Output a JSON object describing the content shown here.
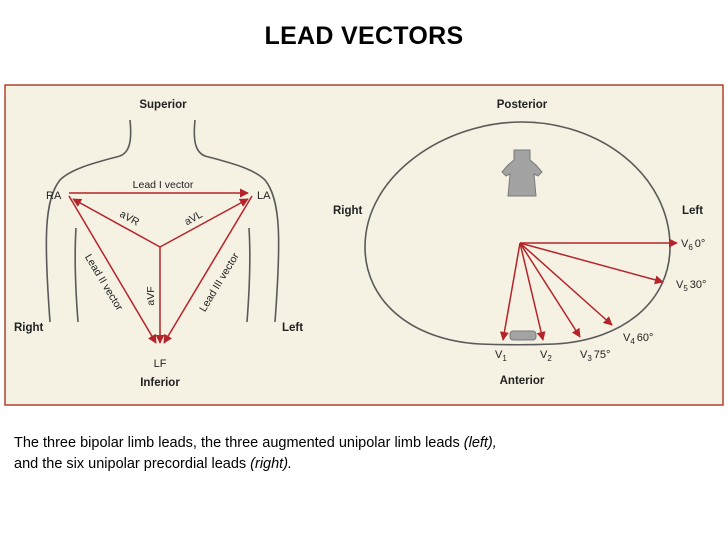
{
  "title": "LEAD VECTORS",
  "left_diagram": {
    "superior": "Superior",
    "inferior": "Inferior",
    "right": "Right",
    "left": "Left",
    "ra": "RA",
    "la": "LA",
    "lf": "LF",
    "lead1": "Lead I vector",
    "lead2": "Lead II vector",
    "lead3": "Lead III vector",
    "avr": "aVR",
    "avl": "aVL",
    "avf": "aVF"
  },
  "right_diagram": {
    "posterior": "Posterior",
    "anterior": "Anterior",
    "right": "Right",
    "left": "Left",
    "v6": {
      "sym": "V",
      "sub": "6",
      "deg": "0°"
    },
    "v5": {
      "sym": "V",
      "sub": "5",
      "deg": "30°"
    },
    "v4": {
      "sym": "V",
      "sub": "4",
      "deg": "60°"
    },
    "v3": {
      "sym": "V",
      "sub": "3",
      "deg": "75°"
    },
    "v2": {
      "sym": "V",
      "sub": "2"
    },
    "v1": {
      "sym": "V",
      "sub": "1"
    }
  },
  "caption": {
    "line1_text": "The three bipolar limb leads, the three augmented unipolar limb leads ",
    "line1_em": "(left),",
    "line2_text": "and the six unipolar precordial leads ",
    "line2_em": "(right)."
  },
  "colors": {
    "arrow": "#b4242a",
    "outline": "#5a5a5a",
    "panel_bg": "#f5f1e3",
    "panel_border": "#b0432a",
    "spine": "#a3a3a3"
  }
}
